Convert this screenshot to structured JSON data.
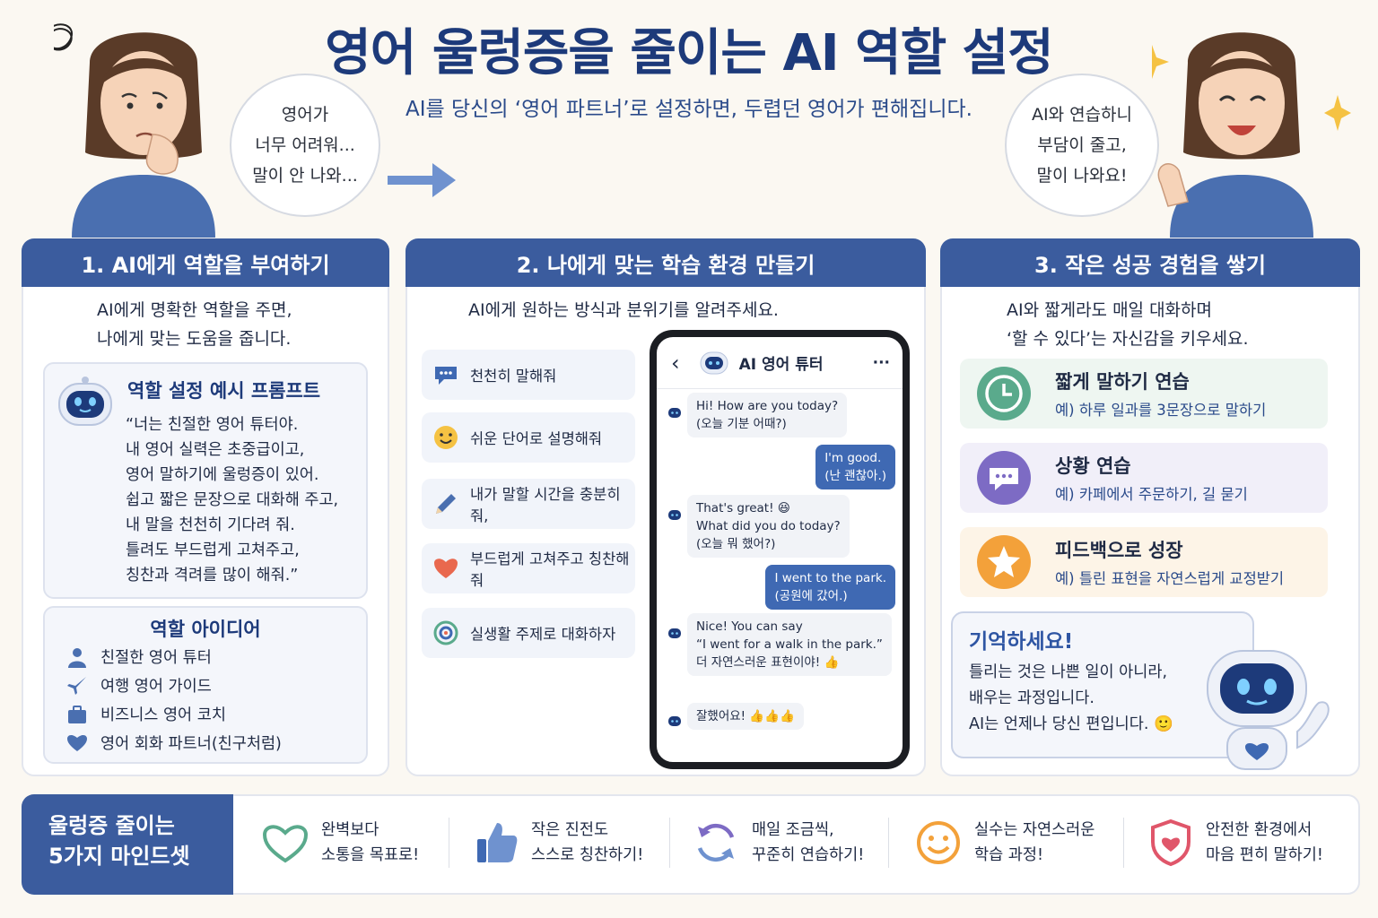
{
  "header": {
    "title": "영어 울렁증을 줄이는 AI 역할 설정",
    "subtitle": "AI를 당신의 ‘영어 파트너’로 설정하면, 두렵던 영어가 편해집니다.",
    "bubble_left": [
      "영어가",
      "너무 어려워...",
      "말이 안 나와..."
    ],
    "bubble_right": [
      "AI와 연습하니",
      "부담이 줄고,",
      "말이 나와요!"
    ]
  },
  "panel1": {
    "heading": "1. AI에게 역할을 부여하기",
    "intro": [
      "AI에게 명확한 역할을 주면,",
      "나에게 맞는 도움을 줍니다."
    ],
    "prompt_title": "역할 설정 예시 프롬프트",
    "prompt_text": "“너는 친절한 영어 튜터야.\n내 영어 실력은 초중급이고,\n영어 말하기에 울렁증이 있어.\n쉽고 짧은 문장으로 대화해 주고,\n내 말을 천천히 기다려 줘.\n틀려도 부드럽게 고쳐주고,\n칭찬과 격려를 많이 해줘.”",
    "ideas_title": "역할 아이디어",
    "ideas": [
      {
        "icon": "person-icon",
        "label": "친절한 영어 튜터"
      },
      {
        "icon": "airplane-icon",
        "label": "여행 영어 가이드"
      },
      {
        "icon": "briefcase-icon",
        "label": "비즈니스 영어 코치"
      },
      {
        "icon": "heart-icon",
        "label": "영어 회화 파트너(친구처럼)"
      }
    ]
  },
  "panel2": {
    "heading": "2. 나에게 맞는 학습 환경 만들기",
    "intro": "AI에게 원하는 방식과 분위기를 알려주세요.",
    "chips": [
      {
        "icon": "speech-bubble-icon",
        "label": "천천히 말해줘"
      },
      {
        "icon": "smile-icon",
        "label": "쉬운 단어로 설명해줘"
      },
      {
        "icon": "pencil-icon",
        "label": "내가 말할 시간을 충분히 줘,"
      },
      {
        "icon": "heart-icon",
        "label": "부드럽게 고쳐주고 칭찬해줘"
      },
      {
        "icon": "target-icon",
        "label": "실생활 주제로 대화하자"
      }
    ],
    "phone": {
      "back": "‹",
      "title": "AI 영어 튜터",
      "menu": "···",
      "messages": [
        {
          "from": "ai",
          "text": "Hi! How are you today?\n(오늘 기분 어때?)"
        },
        {
          "from": "me",
          "text": "I'm good.\n(난 괜찮아.)"
        },
        {
          "from": "ai",
          "text": "That's great! 😆\nWhat did you do today?\n(오늘 뭐 했어?)"
        },
        {
          "from": "me",
          "text": "I went to the park.\n(공원에 갔어.)"
        },
        {
          "from": "ai",
          "text": "Nice! You can say\n“I went for a walk in the park.”\n더 자연스러운 표현이야! 👍"
        },
        {
          "from": "ai",
          "text": "잘했어요! 👍👍👍"
        }
      ]
    }
  },
  "panel3": {
    "heading": "3. 작은 성공 경험을 쌓기",
    "intro": [
      "AI와 짧게라도 매일 대화하며",
      "‘할 수 있다’는 자신감을 키우세요."
    ],
    "cards": [
      {
        "icon": "clock-icon",
        "title": "짧게 말하기 연습",
        "sub": "예) 하루 일과를 3문장으로 말하기",
        "color": "#5aaa8c",
        "bg": "#eef6f1"
      },
      {
        "icon": "chat-icon",
        "title": "상황 연습",
        "sub": "예) 카페에서 주문하기, 길 묻기",
        "color": "#7d6bc4",
        "bg": "#f1eff9"
      },
      {
        "icon": "star-icon",
        "title": "피드백으로 성장",
        "sub": "예) 틀린 표현을 자연스럽게 교정받기",
        "color": "#f3a13a",
        "bg": "#fdf4e7"
      }
    ],
    "remember_title": "기억하세요!",
    "remember_text": "틀리는 것은 나쁜 일이 아니라,\n배우는 과정입니다.\nAI는 언제나 당신 편입니다. 🙂"
  },
  "footer": {
    "label": "울렁증 줄이는\n5가지 마인드셋",
    "items": [
      {
        "icon": "heart-outline-icon",
        "text": "완벽보다\n소통을 목표로!"
      },
      {
        "icon": "thumbs-up-icon",
        "text": "작은 진전도\n스스로 칭찬하기!"
      },
      {
        "icon": "cycle-icon",
        "text": "매일 조금씩,\n꾸준히 연습하기!"
      },
      {
        "icon": "smile-icon",
        "text": "실수는 자연스러운\n학습 과정!"
      },
      {
        "icon": "shield-heart-icon",
        "text": "안전한 환경에서\n마음 편히 말하기!"
      }
    ]
  },
  "colors": {
    "primary": "#3b5c9e",
    "title": "#1d3a7a",
    "accent_blue": "#3f69b3"
  }
}
